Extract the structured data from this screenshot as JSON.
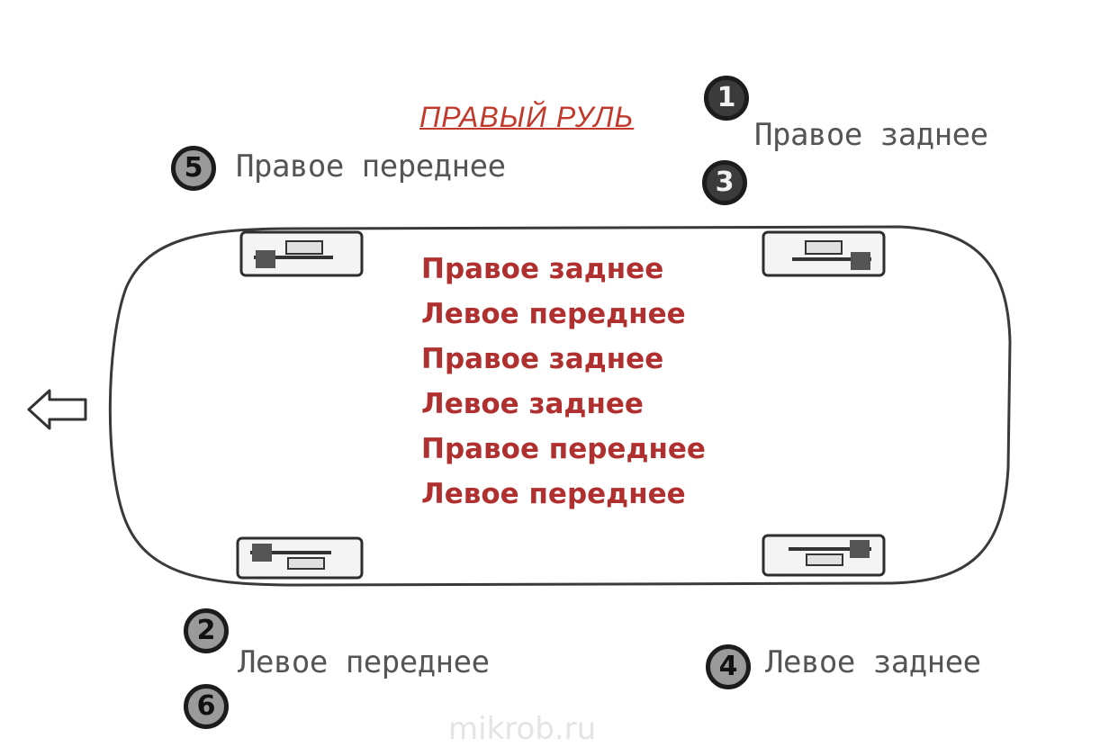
{
  "title": "ПРАВЫЙ РУЛЬ",
  "direction_icon": "arrow-left-icon",
  "colors": {
    "accent_red": "#b03030",
    "label_gray": "#555555",
    "outline": "#3a3a3a"
  },
  "positions": [
    {
      "badges": [
        "1",
        "3"
      ],
      "label": "Правое заднее"
    },
    {
      "badges": [
        "5"
      ],
      "label": "Правое переднее"
    },
    {
      "badges": [
        "2",
        "6"
      ],
      "label": "Левое переднее"
    },
    {
      "badges": [
        "4"
      ],
      "label": "Левое заднее"
    }
  ],
  "order": [
    "Правое заднее",
    "Левое переднее",
    "Правое заднее",
    "Левое заднее",
    "Правое переднее",
    "Левое переднее"
  ],
  "watermark": "mikrob.ru"
}
